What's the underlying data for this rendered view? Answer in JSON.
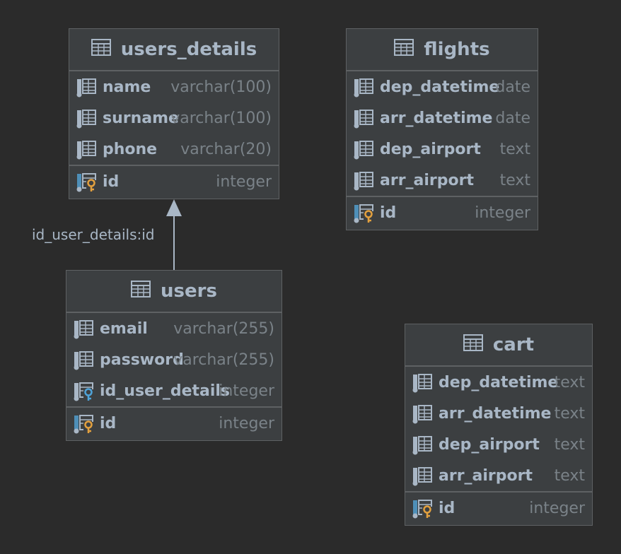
{
  "tables": [
    {
      "name": "users_details",
      "columns": [
        {
          "name": "name",
          "type": "varchar(100)"
        },
        {
          "name": "surname",
          "type": "varchar(100)"
        },
        {
          "name": "phone",
          "type": "varchar(20)"
        }
      ],
      "pk": {
        "name": "id",
        "type": "integer"
      }
    },
    {
      "name": "flights",
      "columns": [
        {
          "name": "dep_datetime",
          "type": "date"
        },
        {
          "name": "arr_datetime",
          "type": "date"
        },
        {
          "name": "dep_airport",
          "type": "text"
        },
        {
          "name": "arr_airport",
          "type": "text"
        }
      ],
      "pk": {
        "name": "id",
        "type": "integer"
      }
    },
    {
      "name": "users",
      "columns": [
        {
          "name": "email",
          "type": "varchar(255)"
        },
        {
          "name": "password",
          "type": "varchar(255)"
        },
        {
          "name": "id_user_details",
          "type": "integer"
        }
      ],
      "pk": {
        "name": "id",
        "type": "integer"
      }
    },
    {
      "name": "cart",
      "columns": [
        {
          "name": "dep_datetime",
          "type": "text"
        },
        {
          "name": "arr_datetime",
          "type": "text"
        },
        {
          "name": "dep_airport",
          "type": "text"
        },
        {
          "name": "arr_airport",
          "type": "text"
        }
      ],
      "pk": {
        "name": "id",
        "type": "integer"
      }
    }
  ],
  "relation": {
    "label": "id_user_details:id"
  },
  "colors": {
    "background": "#2b2b2b",
    "table_fill": "#3c3f41",
    "text": "#a9b7c6",
    "type_text": "#7a8288",
    "key": "#e2a03f",
    "fk_key": "#4fa3d8"
  }
}
